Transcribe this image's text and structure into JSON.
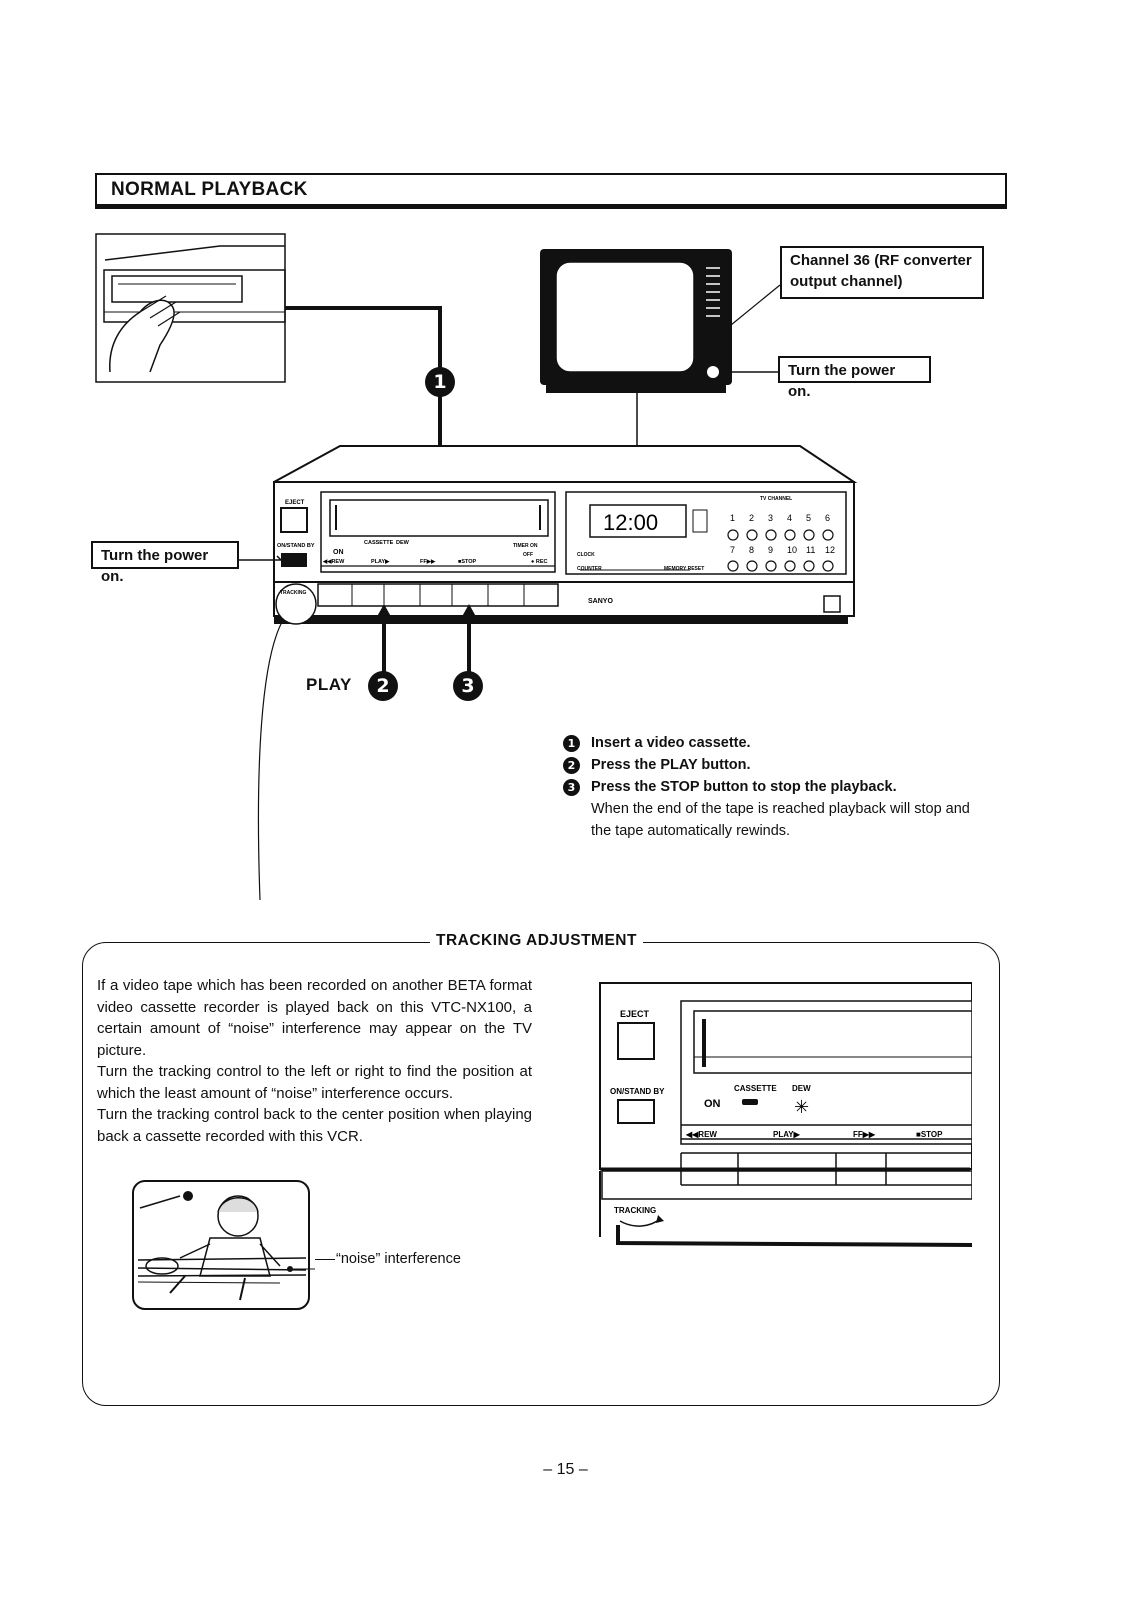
{
  "header": {
    "title": "NORMAL PLAYBACK"
  },
  "callouts": {
    "tv_channel": "Channel 36 (RF converter output channel)",
    "tv_power": "Turn the power on.",
    "vcr_power": "Turn the power on."
  },
  "labels": {
    "play": "PLAY"
  },
  "markers": {
    "one": "1",
    "two": "2",
    "three": "3"
  },
  "vcr": {
    "eject": "EJECT",
    "on_stand_by": "ON/STAND BY",
    "cassette": "CASSETTE",
    "dew": "DEW",
    "on": "ON",
    "rew": "◀◀REW",
    "play": "PLAY▶",
    "ff": "FF▶▶",
    "stop": "■STOP",
    "rec": "● REC",
    "tracking": "TRACKING",
    "brand": "SANYO",
    "display_time": "12:00",
    "clock": "CLOCK",
    "counter": "COUNTER",
    "timer_on": "TIMER ON",
    "off": "OFF",
    "memory_reset": "MEMORY RESET",
    "tv_channel": "TV CHANNEL",
    "channels_top": [
      "1",
      "2",
      "3",
      "4",
      "5",
      "6"
    ],
    "channels_bottom": [
      "7",
      "8",
      "9",
      "10",
      "11",
      "12"
    ]
  },
  "steps": [
    {
      "num": "1",
      "text": "Insert a video cassette."
    },
    {
      "num": "2",
      "text": "Press the PLAY button."
    },
    {
      "num": "3",
      "text": "Press the STOP button to stop the playback."
    }
  ],
  "step_note": "When the end of the tape is reached playback will stop and the tape automatically rewinds.",
  "tracking": {
    "title": "TRACKING ADJUSTMENT",
    "paragraphs": [
      "If a video tape which has been recorded on another BETA format video cassette recorder is played back on this VTC-NX100, a certain amount of “noise” interference may appear on the TV picture.",
      "Turn the tracking control to the left or right to find the position at which the least amount of “noise” interference occurs.",
      "Turn the tracking control back to the center position when playing back a cassette recorded with this VCR."
    ],
    "noise_label": "“noise” interference"
  },
  "page_number": "– 15 –"
}
